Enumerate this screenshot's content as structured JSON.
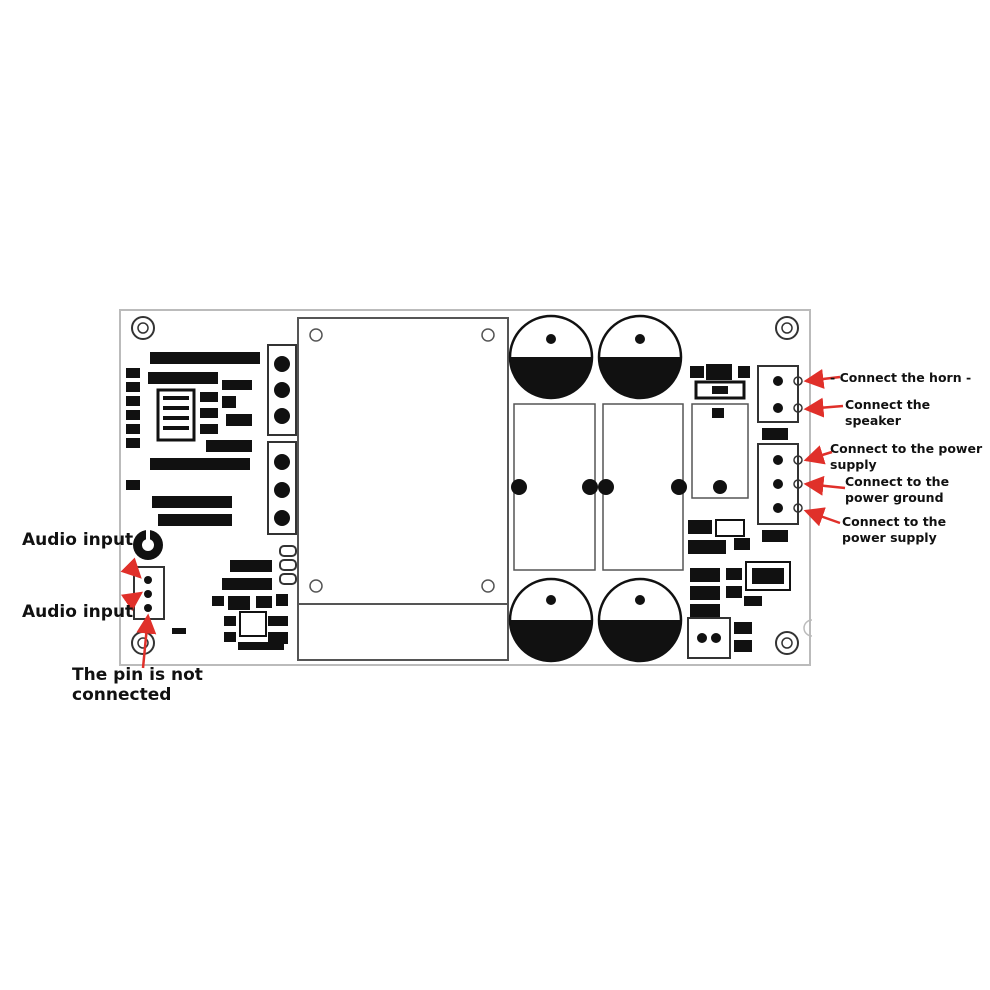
{
  "labels": {
    "audio_input_1": "Audio input",
    "audio_input_2": "Audio input",
    "pin_not_connected": "The pin is not connected",
    "connect_horn": "Connect the horn -",
    "horn_minus_prefix": "-",
    "connect_speaker": "Connect the speaker",
    "connect_power_supply_1": "Connect to the power supply",
    "connect_power_ground": "Connect to the power ground",
    "connect_power_supply_2": "Connect to the power supply"
  },
  "colors": {
    "arrow": "#e0302a",
    "outline": "#222222",
    "component": "#111111",
    "board_background": "#ffffff"
  }
}
